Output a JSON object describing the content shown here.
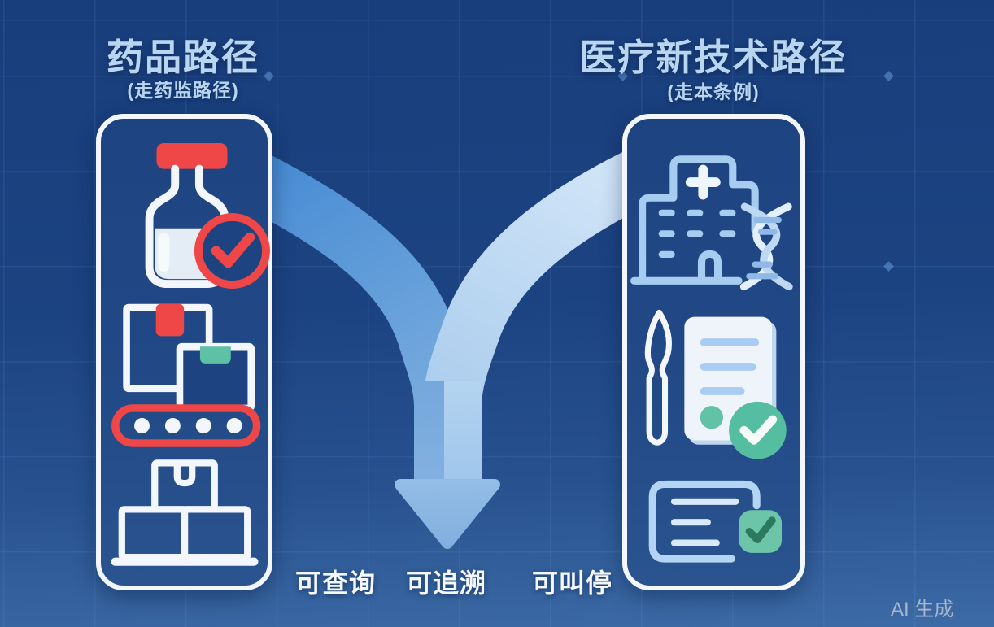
{
  "left_path": {
    "title": "药品路径",
    "subtitle": "(走药监路径)",
    "icons": [
      "medicine-vial-approved-icon",
      "conveyor-belt-boxes-icon",
      "stacked-boxes-pallet-icon"
    ]
  },
  "right_path": {
    "title": "医疗新技术路径",
    "subtitle": "(走本条例)",
    "icons": [
      "hospital-dna-icon",
      "scalpel-document-approved-icon",
      "checklist-approved-icon"
    ]
  },
  "footer": {
    "labels": [
      "可查询",
      "可追溯",
      "可叫停"
    ]
  },
  "watermark": {
    "text": "AI 生成"
  },
  "colors": {
    "background_top": "#193e7c",
    "background_bottom": "#3d6ba6",
    "panel_fill": "#1e4381",
    "panel_border": "#f3f7fb",
    "title_text": "#b9d6f1",
    "footer_text": "#f5f8fc",
    "accent_red": "#ef4647",
    "accent_teal": "#5ec1a6",
    "accent_green": "#55bda0",
    "icon_light_blue": "#a6ccf0",
    "arrow_dark_blue": "#478bd3",
    "arrow_light_blue": "#cfe4f7",
    "watermark_text": "#b3bfd0"
  }
}
